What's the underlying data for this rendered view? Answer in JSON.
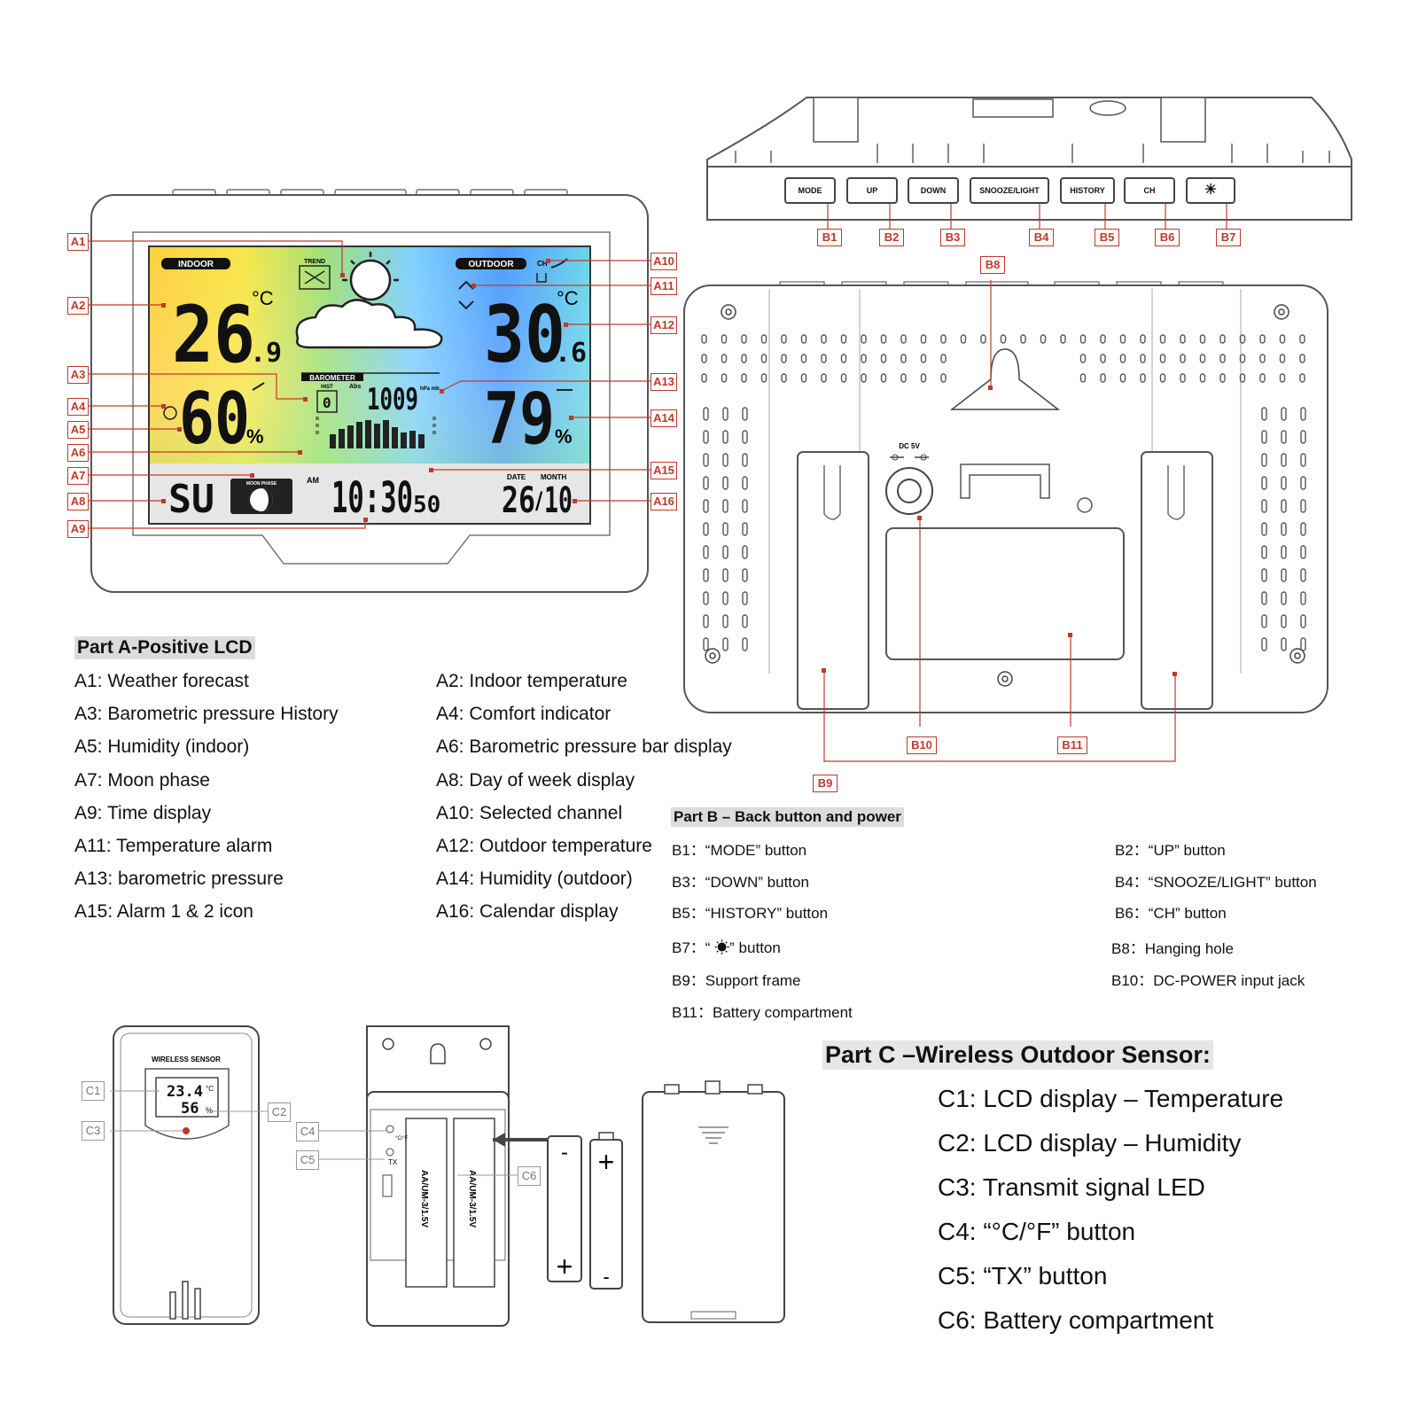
{
  "lcd": {
    "indoor_label": "INDOOR",
    "outdoor_label": "OUTDOOR",
    "trend_label": "TREND",
    "ch_label": "CH",
    "indoor_temp": "26",
    "indoor_temp_dec": ".9",
    "outdoor_temp": "30",
    "outdoor_temp_dec": ".6",
    "temp_unit": "°C",
    "indoor_hum": "60",
    "outdoor_hum": "79",
    "hum_unit": "%",
    "barometer_label": "BAROMETER",
    "hist_label": "HIST",
    "abs_label": "Abs",
    "hist_value": "0",
    "pressure": "1009",
    "pressure_unit": "hPa mb",
    "weekday": "SU",
    "moon_phase_label": "MOON PHASE",
    "am_label": "AM",
    "time": "10:30",
    "seconds": "50",
    "date_label": "DATE",
    "month_label": "MONTH",
    "day": "26",
    "month": "10"
  },
  "tags_a": [
    "A1",
    "A2",
    "A3",
    "A4",
    "A5",
    "A6",
    "A7",
    "A8",
    "A9",
    "A10",
    "A11",
    "A12",
    "A13",
    "A14",
    "A15",
    "A16"
  ],
  "tags_b": [
    "B1",
    "B2",
    "B3",
    "B4",
    "B5",
    "B6",
    "B7",
    "B8",
    "B9",
    "B10",
    "B11"
  ],
  "tags_c": [
    "C1",
    "C2",
    "C3",
    "C4",
    "C5",
    "C6"
  ],
  "buttons": [
    "MODE",
    "UP",
    "DOWN",
    "SNOOZE/LIGHT",
    "HISTORY",
    "CH",
    "☀"
  ],
  "dc_label": "DC 5V",
  "sensor": {
    "title": "WIRELESS SENSOR",
    "temp": "23.4",
    "temp_unit": "°C",
    "hum": "56",
    "hum_unit": "%",
    "cf_label": "°C/°F",
    "tx_label": "TX",
    "battery_text": "AA/UM-3/1.5V"
  },
  "part_a": {
    "heading": "Part A-Positive LCD",
    "left": [
      "A1: Weather forecast",
      "A3: Barometric pressure History",
      "A5: Humidity (indoor)",
      "A7: Moon phase",
      "A9: Time display",
      "A11: Temperature alarm",
      "A13: barometric pressure",
      "A15: Alarm 1 & 2 icon"
    ],
    "right": [
      "A2: Indoor temperature",
      "A4: Comfort indicator",
      "A6: Barometric pressure bar display",
      "A8: Day of week display",
      "A10: Selected channel",
      "A12: Outdoor temperature",
      "A14: Humidity (outdoor)",
      "A16: Calendar display"
    ]
  },
  "part_b": {
    "heading": "Part B – Back button and power",
    "left": [
      "B1：“MODE” button",
      "B3：“DOWN” button",
      "B5：“HISTORY” button",
      "B7：“ ☀” button",
      "B9：Support frame",
      "B11：Battery compartment"
    ],
    "right": [
      "B2：“UP” button",
      "B4：“SNOOZE/LIGHT” button",
      "B6：“CH” button",
      "B8：Hanging hole",
      "B10：DC-POWER input jack"
    ]
  },
  "part_c": {
    "heading": "Part C –Wireless Outdoor Sensor:",
    "items": [
      "C1: LCD display – Temperature",
      "C2: LCD display – Humidity",
      "C3: Transmit signal LED",
      "C4: “°C/°F” button",
      "C5: “TX” button",
      "C6: Battery compartment"
    ]
  },
  "colors": {
    "tag_red": "#c0392b",
    "lcd_yellow": "#ffd23a",
    "lcd_blue": "#4aa8ff",
    "lcd_green": "#8bd96a"
  }
}
